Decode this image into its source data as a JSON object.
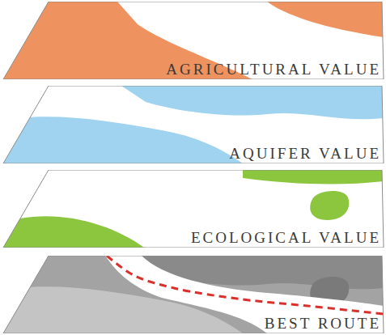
{
  "diagram": {
    "nodes": [
      {
        "text": [
          "AGRICULTURAL VALUE"
        ]
      },
      {
        "text": [
          "AQUIFER VALUE"
        ]
      },
      {
        "text": [
          "ECOLOGICAL VALUE"
        ]
      },
      {
        "text": [
          "BEST ROUTE"
        ]
      }
    ]
  }
}
